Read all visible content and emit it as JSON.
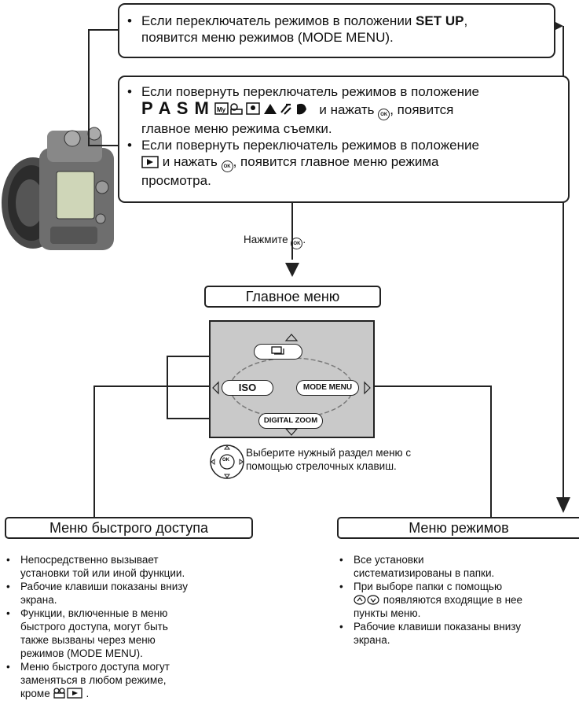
{
  "top_box": {
    "prefix": "Если переключатель режимов в положении ",
    "bold": "SET UP",
    "suffix": ",",
    "line2": "появится меню режимов (MODE MENU)."
  },
  "mid_box": {
    "b1_l1": "Если повернуть переключатель режимов в положение",
    "b1_modes": "P A S M",
    "b1_l2_after": " и нажать ",
    "b1_l2_end": ", появится",
    "b1_l3": "главное меню режима съемки.",
    "b2_l1": "Если повернуть переключатель режимов в положение",
    "b2_l2_after": " и нажать ",
    "b2_l2_end": ", появится главное меню режима",
    "b2_l3": "просмотра."
  },
  "press_label": "Нажмите",
  "press_dot": ".",
  "main_menu_title": "Главное меню",
  "lcd": {
    "iso": "ISO",
    "mode_menu": "MODE MENU",
    "digital_zoom": "DIGITAL ZOOM",
    "ok_text": "OK"
  },
  "select_note": {
    "line1": "Выберите нужный раздел меню с",
    "line2": "помощью стрелочных клавиш."
  },
  "quick_menu": {
    "title": "Меню быстрого доступа",
    "items": [
      [
        "Непосредственно вызывает",
        "установки той или иной функции."
      ],
      [
        "Рабочие клавиши показаны внизу",
        "экрана."
      ],
      [
        "Функции, включенные в меню",
        "быстрого доступа, могут быть",
        "также вызваны через меню",
        "режимов (MODE MENU)."
      ],
      [
        "Меню быстрого доступа могут",
        "заменяться в любом режиме,"
      ]
    ],
    "last_line": "кроме "
  },
  "mode_menu": {
    "title": "Меню режимов",
    "items": [
      [
        "Все установки",
        "систематизированы в папки."
      ],
      [
        "При выборе папки с помощью"
      ],
      [
        "Рабочие клавиши показаны внизу",
        "экрана."
      ]
    ],
    "arrows_text": " появляются входящие в нее",
    "after_arrows": "пункты меню."
  },
  "icons": [
    "camera-image",
    "ok-button-icon",
    "play-icon",
    "my-mode-icon",
    "movie-icon",
    "portrait-icon",
    "landscape-icon",
    "sport-icon",
    "night-icon",
    "continuous-shooting-icon",
    "arrow-pad-icon"
  ],
  "colors": {
    "lcd_bg": "#c9c9c9",
    "line": "#222222",
    "ellipse": "#7a7a7a"
  }
}
